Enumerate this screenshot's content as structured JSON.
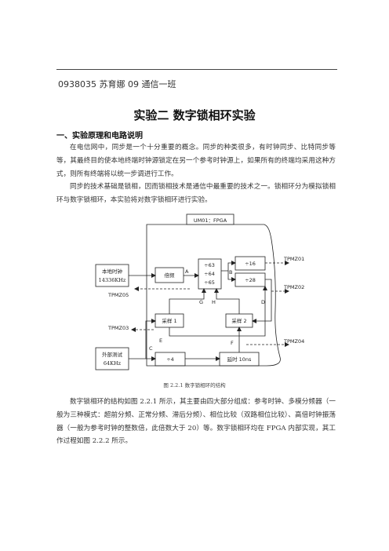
{
  "header": {
    "author_line": "0938035  苏育娜  09 通信一班"
  },
  "title": "实验二  数字锁相环实验",
  "section1": {
    "heading": "一、实验原理和电路说明",
    "para1": "在电信网中，同步是一个十分重要的概念。同步的种类很多，有时钟同步、比特同步等等，其最终目的使本地终端时钟源锁定在另一个参考时钟源上，如果所有的终端均采用这种方式，则所有终端将以统一步调进行工作。",
    "para2": "同步的技术基础是锁相，因而锁相技术是通信中最重要的技术之一。锁相环分为模拟锁相环与数字锁相环，本实验将对数字锁相环进行实验。",
    "para3": "数字锁相环的结构如图 2.2.1 所示，其主要由四大部分组成：参考时钟、多模分频器（一般为三种模式：超前分频、正常分频、滞后分频）、相位比较（双路相位比较）、高倍时钟振荡器（一般为参考时钟的整数倍，此倍数大于 20）等。数字锁相环均在 FPGA 内部实现，其工作过程如图 2.2.2 所示。"
  },
  "figure": {
    "caption": "图 2.2.1  数字锁相环的结构",
    "fpga_label": "UM01：FPGA",
    "local_clock_line1": "本地时钟",
    "local_clock_line2": "14336KHz",
    "ext_test_line1": "外部测试",
    "ext_test_line2": "64KHz",
    "freq_div": "倍频",
    "multi_div_1": "÷63",
    "multi_div_2": "÷64",
    "multi_div_3": "÷65",
    "div16": "÷16",
    "div28": "÷28",
    "sample1": "采样 1",
    "sample2": "采样 2",
    "div4": "÷4",
    "delay": "延时 10ns",
    "node_A": "A",
    "node_B": "B",
    "node_C": "C",
    "node_D": "D",
    "node_E": "E",
    "node_F": "F",
    "node_G": "G",
    "node_H": "H",
    "tp1": "TPMZ01",
    "tp2": "TPMZ02",
    "tp3": "TPMZ03",
    "tp4": "TPMZ04",
    "tp5": "TPMZ05"
  }
}
